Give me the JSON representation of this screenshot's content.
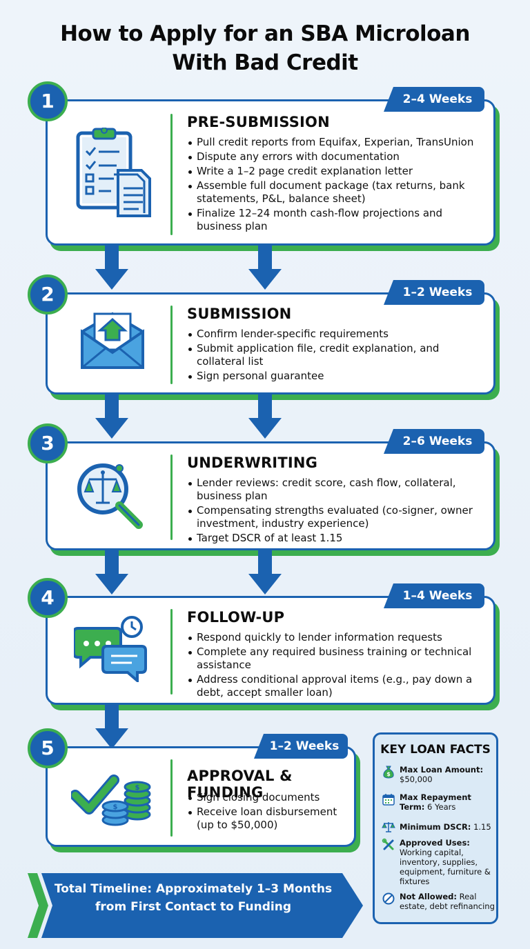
{
  "title_line1": "How to Apply for an SBA Microloan",
  "title_line2": "With Bad Credit",
  "steps": [
    {
      "number": "1",
      "badge": "2–4 Weeks",
      "heading": "PRE-SUBMISSION",
      "icon": "clipboard-checklist-icon",
      "bullets": [
        "Pull credit reports from Equifax, Experian, TransUnion",
        "Dispute any errors with documentation",
        "Write a 1–2 page credit explanation letter",
        "Assemble full document package (tax returns, bank statements, P&L, balance sheet)",
        "Finalize 12–24 month cash-flow projections and business plan"
      ]
    },
    {
      "number": "2",
      "badge": "1–2 Weeks",
      "heading": "SUBMISSION",
      "icon": "envelope-upload-icon",
      "bullets": [
        "Confirm lender-specific requirements",
        "Submit application file, credit explanation, and collateral list",
        "Sign personal guarantee"
      ]
    },
    {
      "number": "3",
      "badge": "2–6 Weeks",
      "heading": "UNDERWRITING",
      "icon": "magnifier-scales-icon",
      "bullets": [
        "Lender reviews: credit score, cash flow, collateral, business plan",
        "Compensating strengths evaluated (co-signer, owner investment, industry experience)",
        "Target DSCR of at least 1.15"
      ]
    },
    {
      "number": "4",
      "badge": "1–4 Weeks",
      "heading": "FOLLOW-UP",
      "icon": "chat-clock-icon",
      "bullets": [
        "Respond quickly to lender information requests",
        "Complete any required business training or technical assistance",
        "Address conditional approval items (e.g., pay down a debt, accept smaller loan)"
      ]
    },
    {
      "number": "5",
      "badge": "1–2 Weeks",
      "heading": "APPROVAL & FUNDING",
      "icon": "check-coins-icon",
      "bullets": [
        "Sign closing documents",
        "Receive loan disbursement (up to $50,000)"
      ]
    }
  ],
  "banner_line1": "Total Timeline: Approximately 1–3 Months",
  "banner_line2": "from First Contact to Funding",
  "facts": {
    "heading": "KEY LOAN FACTS",
    "items": [
      {
        "label": "Max Loan Amount:",
        "value": "$50,000",
        "icon": "money-bag-icon"
      },
      {
        "label": "Max Repayment Term:",
        "value": "6 Years",
        "icon": "calendar-icon"
      },
      {
        "label": "Minimum DSCR:",
        "value": "1.15",
        "icon": "scales-icon"
      },
      {
        "label": "Approved Uses:",
        "value": "Working capital, inventory, supplies, equipment, furniture & fixtures",
        "icon": "tools-icon"
      },
      {
        "label": "Not Allowed:",
        "value": "Real estate, debt refinancing",
        "icon": "prohibited-icon"
      }
    ]
  },
  "colors": {
    "blue": "#1b62b0",
    "green": "#3cae4f",
    "light_blue": "#4aa3e0"
  }
}
